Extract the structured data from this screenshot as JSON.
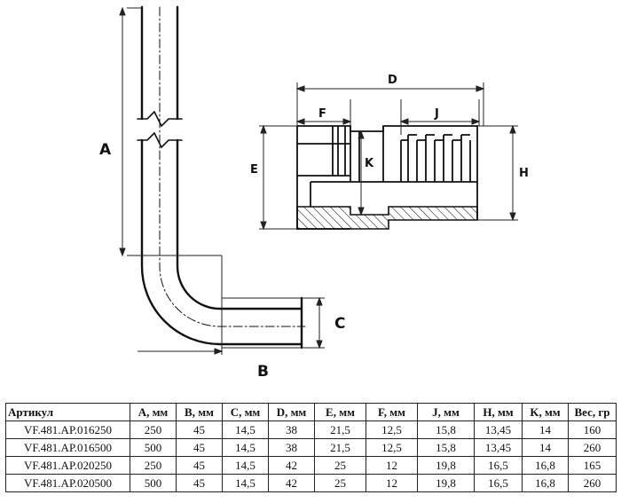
{
  "drawing": {
    "labels": {
      "a": "A",
      "b": "B",
      "c": "C",
      "d": "D",
      "e": "E",
      "f": "F",
      "j": "J",
      "k": "K",
      "h": "H"
    }
  },
  "table": {
    "columns": [
      "Артикул",
      "A, мм",
      "B, мм",
      "C, мм",
      "D, мм",
      "E, мм",
      "F, мм",
      "J, мм",
      "H, мм",
      "K, мм",
      "Вес, гр"
    ],
    "rows": [
      [
        "VF.481.AP.016250",
        "250",
        "45",
        "14,5",
        "38",
        "21,5",
        "12,5",
        "15,8",
        "13,45",
        "14",
        "160"
      ],
      [
        "VF.481.AP.016500",
        "500",
        "45",
        "14,5",
        "38",
        "21,5",
        "12,5",
        "15,8",
        "13,45",
        "14",
        "260"
      ],
      [
        "VF.481.AP.020250",
        "250",
        "45",
        "14,5",
        "42",
        "25",
        "12",
        "19,8",
        "16,5",
        "16,8",
        "165"
      ],
      [
        "VF.481.AP.020500",
        "500",
        "45",
        "14,5",
        "42",
        "25",
        "12",
        "19,8",
        "16,5",
        "16,8",
        "260"
      ]
    ]
  }
}
